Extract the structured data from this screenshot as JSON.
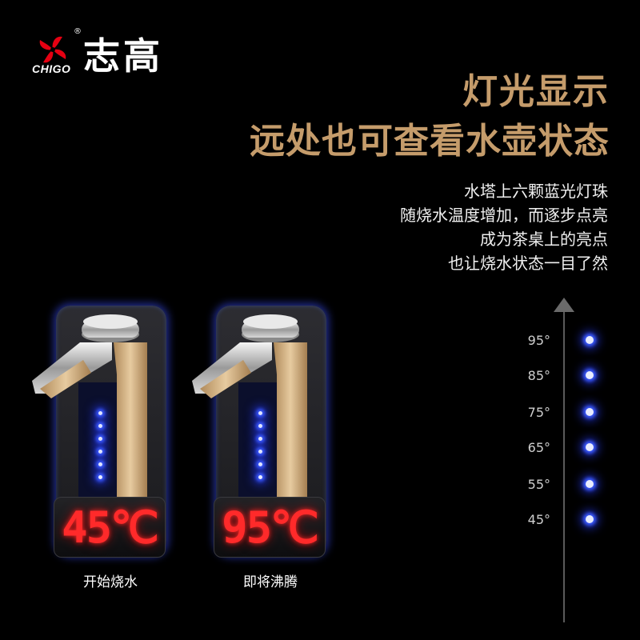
{
  "brand": {
    "logo_en": "CHIGO",
    "logo_cn": "志高",
    "registered": "®",
    "logo_icon": "chigo-flower-logo",
    "color": "#e60012"
  },
  "headline": {
    "line1": "灯光显示",
    "line2": "远处也可查看水壶状态",
    "color": "#c59c6b"
  },
  "description": [
    "水塔上六颗蓝光灯珠",
    "随烧水温度增加，而逐步点亮",
    "成为茶桌上的亮点",
    "也让烧水状态一目了然"
  ],
  "kettles": [
    {
      "temperature": "45℃",
      "caption": "开始烧水",
      "lit_leds": 6
    },
    {
      "temperature": "95℃",
      "caption": "即将沸腾",
      "lit_leds": 6
    }
  ],
  "scale": {
    "labels": [
      "95°",
      "85°",
      "75°",
      "65°",
      "55°",
      "45°"
    ],
    "led_color": "#3c5bff"
  }
}
